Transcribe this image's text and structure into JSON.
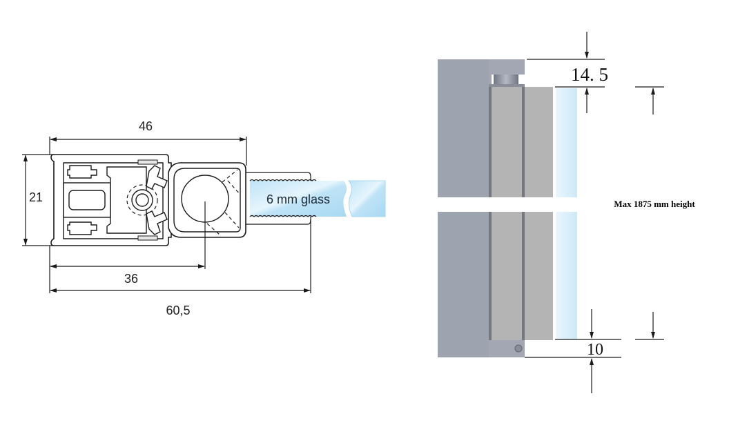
{
  "cross_section": {
    "dim_width_top": "46",
    "dim_height_left": "21",
    "dim_to_center": "36",
    "dim_total_width": "60,5",
    "glass_label": "6 mm glass"
  },
  "side_view": {
    "dim_top_gap": "14. 5",
    "dim_bottom_gap": "10",
    "max_height_note": "Max 1875 mm height"
  },
  "colors": {
    "wall": "#9ea3b0",
    "profile": "#b4b4b4",
    "glass": "#d8eefb",
    "line": "#1a1a1a"
  }
}
